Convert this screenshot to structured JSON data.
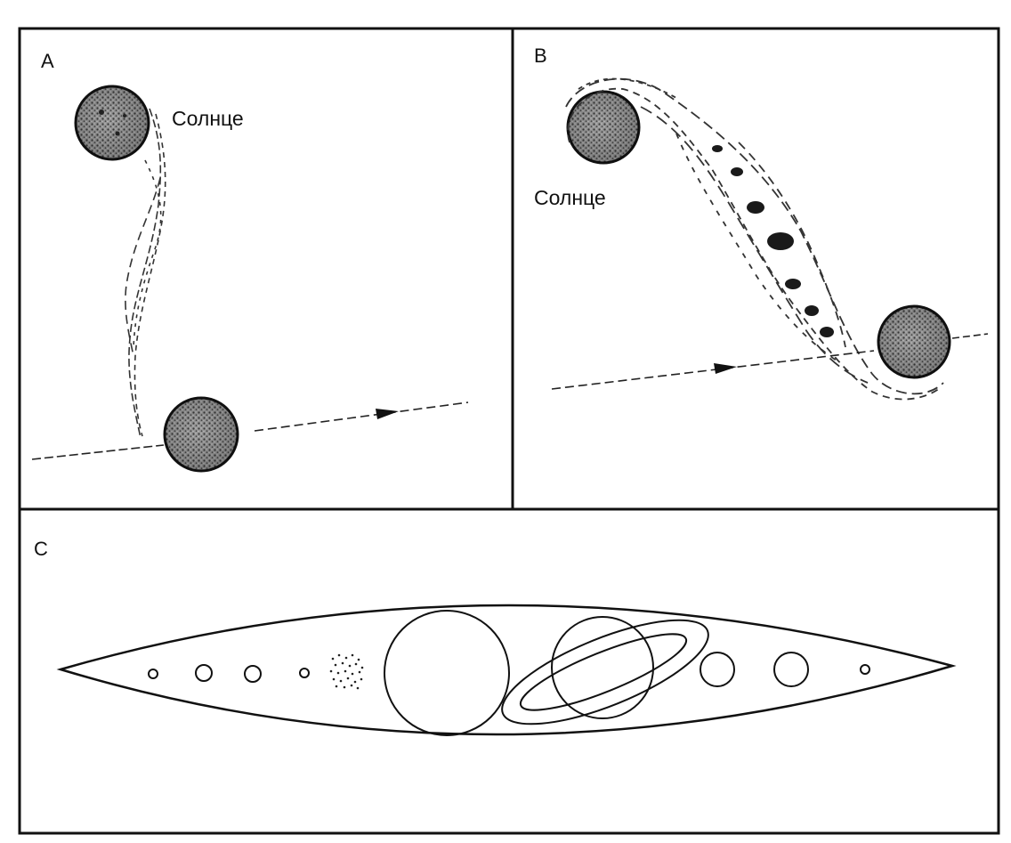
{
  "panels": {
    "a": {
      "label": "A",
      "sun_label": "Солнце"
    },
    "b": {
      "label": "B",
      "sun_label": "Солнце"
    },
    "c": {
      "label": "C"
    }
  },
  "colors": {
    "line": "#111111",
    "background": "#ffffff",
    "sphere_fill": "#7d7d7d"
  }
}
